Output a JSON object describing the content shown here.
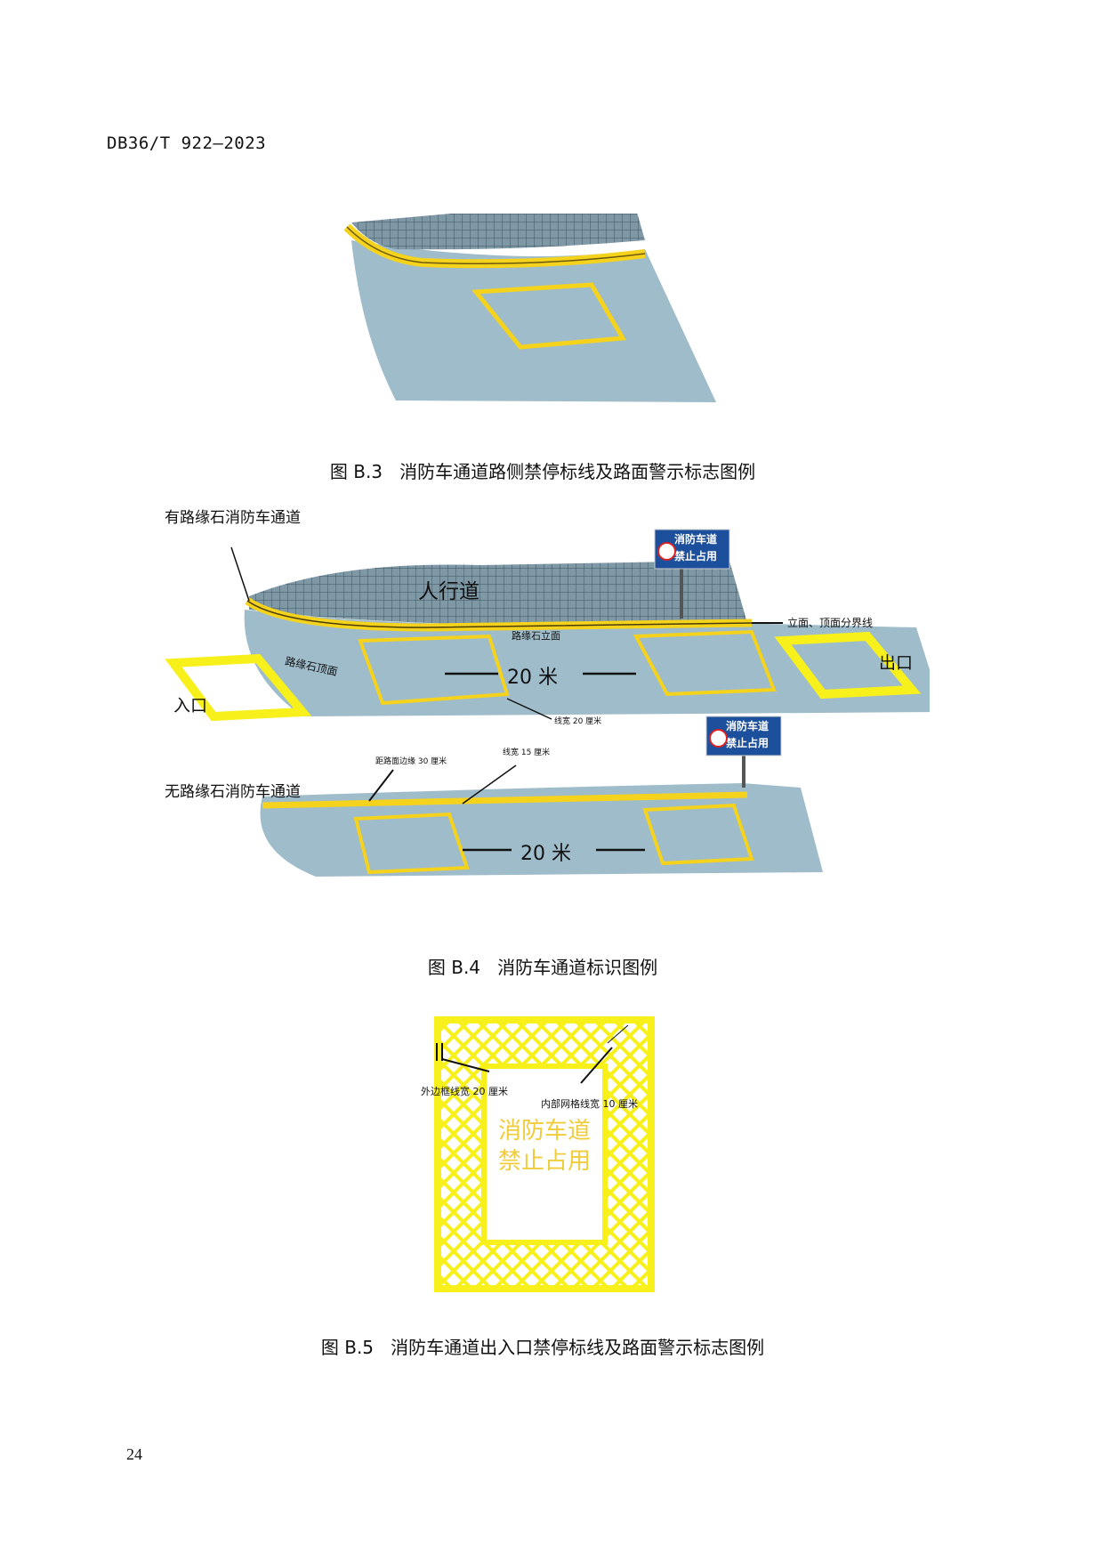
{
  "header": {
    "doc_code": "DB36/T 922—2023"
  },
  "figures": [
    {
      "caption_no": "图 B.3",
      "caption": "消防车通道路侧禁停标线及路面警示标志图例"
    },
    {
      "caption_no": "图 B.4",
      "caption": "消防车通道标识图例",
      "labels": {
        "curb_lane": "有路缘石消防车通道",
        "sidewalk": "人行道",
        "curb_face": "路缘石立面",
        "curb_top": "路缘石顶面",
        "boundary": "立面、顶面分界线",
        "entrance": "入口",
        "exit": "出口",
        "distance_top": "20 米",
        "line_width_20": "线宽 20 厘米",
        "no_curb_lane": "无路缘石消防车通道",
        "edge_distance": "距路面边缘 30 厘米",
        "line_width_15": "线宽 15 厘米",
        "distance_bottom": "20 米",
        "sign_line1": "消防车道",
        "sign_line2": "禁止占用"
      }
    },
    {
      "caption_no": "图 B.5",
      "caption": "消防车通道出入口禁停标线及路面警示标志图例",
      "labels": {
        "outer_width": "外边框线宽 20 厘米",
        "inner_width": "内部网格线宽 10 厘米",
        "mark_line1": "消防车道",
        "mark_line2": "禁止占用"
      }
    }
  ],
  "page_number": "24",
  "colors": {
    "road": "#9fbccb",
    "yellow": "#f5d21c",
    "bright_yellow": "#f7f01a",
    "sign_blue": "#1c4f9c"
  }
}
